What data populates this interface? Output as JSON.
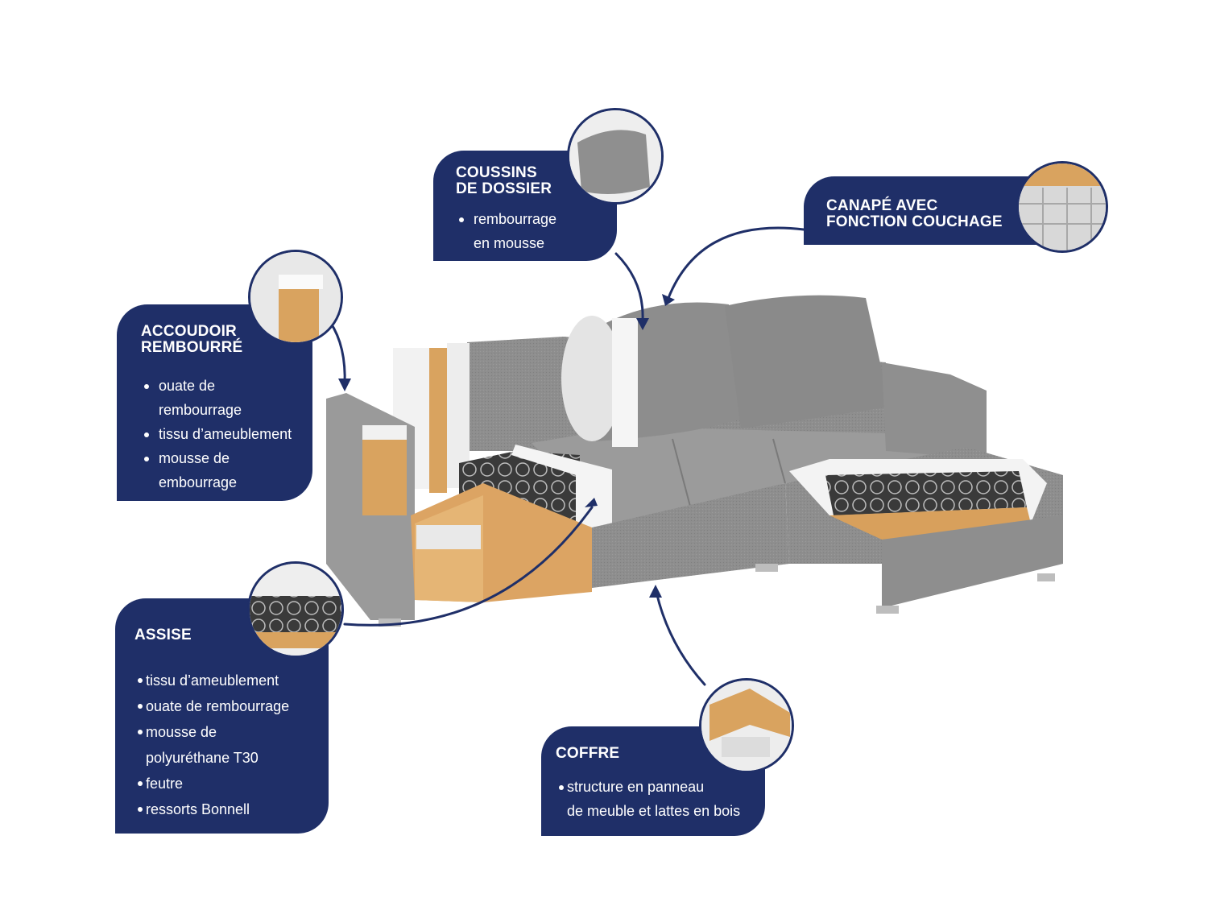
{
  "colors": {
    "panel": "#1f2f68",
    "fabric": "#8d8d8d",
    "wood": "#d9a35f",
    "foam": "#f2f2f2"
  },
  "panels": {
    "coussins": {
      "title_line1": "COUSSINS",
      "title_line2": "DE DOSSIER",
      "items": [
        {
          "line1": "rembourrage",
          "line2": "en mousse"
        }
      ]
    },
    "canape": {
      "title_line1": "CANAPÉ AVEC",
      "title_line2": "FONCTION COUCHAGE"
    },
    "accoudoir": {
      "title_line1": "ACCOUDOIR",
      "title_line2": "REMBOURRÉ",
      "items": [
        {
          "line1": "ouate de",
          "line2": "rembourrage"
        },
        {
          "line1": "tissu d’ameublement",
          "line2": ""
        },
        {
          "line1": "mousse de",
          "line2": "embourrage"
        }
      ]
    },
    "assise": {
      "title": "ASSISE",
      "items": [
        {
          "line1": "tissu d’ameublement",
          "line2": ""
        },
        {
          "line1": "ouate de rembourrage",
          "line2": ""
        },
        {
          "line1": "mousse de",
          "line2": "polyuréthane T30"
        },
        {
          "line1": "feutre",
          "line2": ""
        },
        {
          "line1": "ressorts Bonnell",
          "line2": ""
        }
      ]
    },
    "coffre": {
      "title": "COFFRE",
      "items": [
        {
          "line1": "structure en panneau",
          "line2": "de meuble et lattes en bois"
        }
      ]
    }
  }
}
